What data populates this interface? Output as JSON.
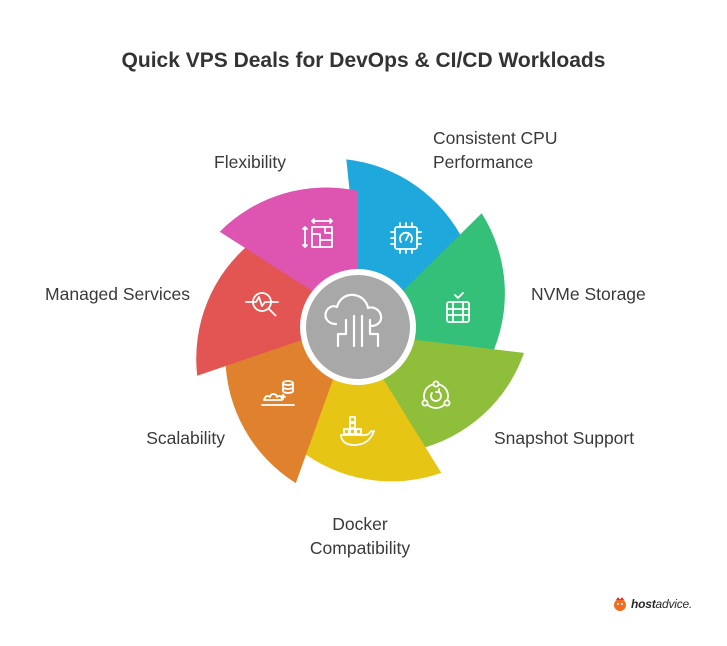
{
  "title": "Quick VPS Deals for DevOps & CI/CD Workloads",
  "segments": [
    {
      "key": "cpu",
      "label_lines": [
        "Consistent CPU",
        "Performance"
      ],
      "color": "#1ea8dc",
      "icon": "cpu-gauge-icon"
    },
    {
      "key": "nvme",
      "label_lines": [
        "NVMe Storage"
      ],
      "color": "#35c07a",
      "icon": "storage-rack-icon"
    },
    {
      "key": "snapshot",
      "label_lines": [
        "Snapshot Support"
      ],
      "color": "#8fbe3a",
      "icon": "snapshot-cycle-icon"
    },
    {
      "key": "docker",
      "label_lines": [
        "Docker",
        "Compatibility"
      ],
      "color": "#e6c515",
      "icon": "docker-whale-icon"
    },
    {
      "key": "scalability",
      "label_lines": [
        "Scalability"
      ],
      "color": "#e0822d",
      "icon": "scaling-database-icon"
    },
    {
      "key": "managed",
      "label_lines": [
        "Managed Services"
      ],
      "color": "#e35552",
      "icon": "monitoring-magnifier-icon"
    },
    {
      "key": "flexibility",
      "label_lines": [
        "Flexibility"
      ],
      "color": "#dd55b0",
      "icon": "resize-layout-icon"
    }
  ],
  "center": {
    "color": "#a8a8a8",
    "icon": "cloud-network-icon"
  },
  "brand": {
    "host": "host",
    "advice": "advice."
  }
}
